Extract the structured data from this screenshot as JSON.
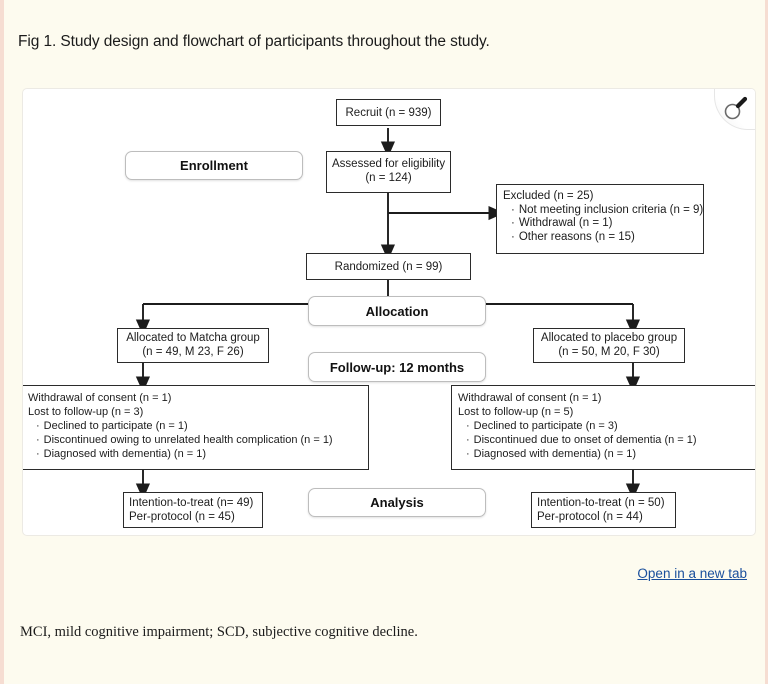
{
  "caption": "Fig 1. Study design and flowchart of participants throughout the study.",
  "figure": {
    "zoom_icon": "magnifier-icon",
    "nodes": {
      "recruit": "Recruit (n = 939)",
      "assessed_line1": "Assessed for eligibility",
      "assessed_line2": "(n = 124)",
      "enrollment": "Enrollment",
      "excluded": [
        "Excluded (n = 25)",
        "Not meeting inclusion criteria (n = 9)",
        "Withdrawal (n = 1)",
        "Other reasons (n = 15)"
      ],
      "randomized": "Randomized (n = 99)",
      "allocation": "Allocation",
      "followup": "Follow-up: 12 months",
      "analysis": "Analysis",
      "allocated_matcha_line1": "Allocated to Matcha group",
      "allocated_matcha_line2": "(n = 49, M 23, F 26)",
      "allocated_placebo_line1": "Allocated to placebo group",
      "allocated_placebo_line2": "(n = 50, M 20, F 30)",
      "attrition_matcha": [
        "Withdrawal of consent (n = 1)",
        "Lost to follow-up (n = 3)",
        "Declined  to  participate (n = 1)",
        "Discontinued owing to unrelated health complication (n = 1)",
        "Diagnosed with dementia) (n = 1)"
      ],
      "attrition_placebo": [
        "Withdrawal of consent (n = 1)",
        "Lost to follow-up (n = 5)",
        "Declined  to  participate (n = 3)",
        "Discontinued due to onset of dementia (n = 1)",
        "Diagnosed with dementia) (n = 1)"
      ],
      "analysis_matcha_line1": "Intention-to-treat (n= 49)",
      "analysis_matcha_line2": "Per-protocol (n = 45)",
      "analysis_placebo_line1": "Intention-to-treat (n = 50)",
      "analysis_placebo_line2": "Per-protocol (n = 44)"
    }
  },
  "open_new_tab": "Open in a new tab",
  "footnote": "MCI, mild cognitive impairment; SCD, subjective cognitive decline.",
  "colors": {
    "page_bg": "#fdfbef",
    "panel_bg": "#ffffff",
    "link": "#1a4f9c",
    "line": "#2b2b2b",
    "page_border": "#f6ddd2"
  }
}
